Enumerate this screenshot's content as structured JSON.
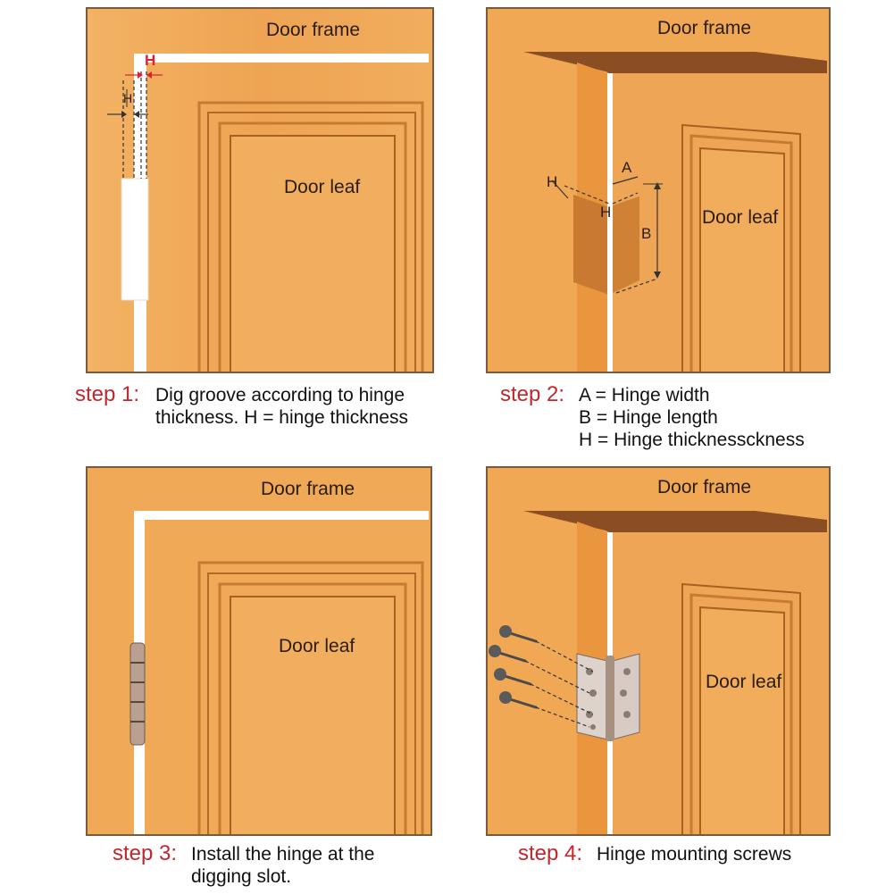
{
  "labels": {
    "door_frame": "Door frame",
    "door_leaf": "Door leaf",
    "dim_h": "H",
    "dim_a": "A",
    "dim_b": "B"
  },
  "steps": [
    {
      "label": "step 1:",
      "lines": [
        "Dig groove according to hinge",
        "thickness. H = hinge thickness"
      ]
    },
    {
      "label": "step 2:",
      "lines": [
        "A = Hinge width",
        "B = Hinge length",
        "H = Hinge thicknessckness"
      ]
    },
    {
      "label": "step 3:",
      "lines": [
        "Install the hinge at the",
        "digging slot."
      ]
    },
    {
      "label": "step 4:",
      "lines": [
        "Hinge mounting screws"
      ]
    }
  ],
  "colors": {
    "wood": "#f0aa57",
    "wood_dark": "#d9893a",
    "step_red": "#c0282e",
    "dim_red": "#e0202a"
  }
}
